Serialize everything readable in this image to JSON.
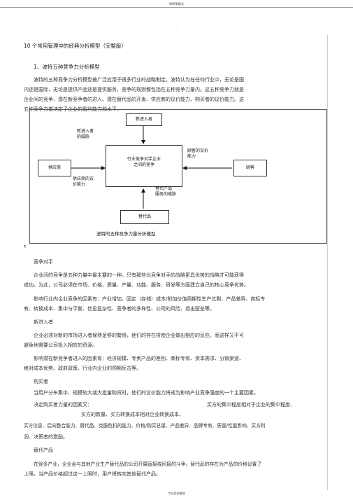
{
  "header": "WORD格式",
  "footer": "专业资料整理",
  "title": "10 个常用管理中的经典分析模型（完整版）",
  "section1_heading": "1、波特五种竞争力分析模型",
  "intro": [
    "波特的五种竞争力分析模型被广泛应用于很多行业的战略制定。波特认为在任何行业中，无论是国",
    "内还是国际，无论是提供产品还是提供服务，竞争的规则都包括在五种竞争力量内。这五种竞争力就是",
    "企业间的竞争、潜在新竞争者的进入、潜在替代品的开发、供应商的议价能力、购买者的议价能力。这",
    "五种竞争力量决定了企业的盈利能力和水平。"
  ],
  "diagram": {
    "new_entrants": "新进入者",
    "new_entrants_threat": [
      "新进入者",
      "的威胁"
    ],
    "center": [
      "行业竞争对手企业",
      "之间的竞争"
    ],
    "suppliers": "供应商",
    "supplier_power": [
      "供应商的议",
      "价能力"
    ],
    "buyers": "顾客",
    "buyer_power": [
      "顾客的议价",
      "能力"
    ],
    "substitutes_threat": [
      "替代产品",
      "服务的威胁"
    ],
    "substitutes": "替代品",
    "caption": "波特的五种竞争力量分析模型"
  },
  "s_competitors": {
    "heading": "竞争对手",
    "lines": [
      "企业间的竞争是五种力量中最主要的一种。只有那些比竞争对手的战略更具优势的战略才可能获得",
      "成功。为此，公司必须在市场、价格、质量、产量、功能、服务、研发等方面建立自己的核心竞争优势。",
      "影响行业内企业竞争的因素有：产业增加、固定（存储）成本/附加价值周期性生产过剩、产品差异、商标专",
      "有、转换成本、集中与平衡、信息复杂性、竞争者的多样性、公司的风险、退出壁垒等。"
    ]
  },
  "s_new_entrants": {
    "heading": "新进入者",
    "lines": [
      "企业必须对新的市场进入者保持足够的警惕，他们的存在将使企业做出相应的反应，而这样又不可",
      "避免地需要公司投入相应的资源。",
      "影响潜在新竞争者进入的因素有：经济规模、专卖产品的差别、商标专有、资本需求、分销渠道、",
      "绝对成本优势、政府政策、行业内企业的预期反击等。"
    ]
  },
  "s_buyers": {
    "heading": "购买者",
    "lines": [
      "当用户分布集中、规模较大或大批量购货时，他们的议价能力将成为影响产业竞争强度的一个主要因素。",
      "决定购买者力量的因素又：",
      "买方的集中程度相对于企业的集中程度、",
      "买方的数量、买方转换成本相对企业转换成本、",
      "买方信息、后向整合能力、替代品、克服危机的能力、价格/购买总量、产品差异、品牌专有、质量/性能影响、买方利",
      "润、决策者的激励。"
    ]
  },
  "s_substitutes": {
    "heading": "替代产品",
    "lines": [
      "在很多产业，企业会与其他产业生产替代品的公司开展直接或间接的斗争。替代品的存在为产品的价格设置了",
      "上限，当产品价格超过这一上限时，用户将转向其他替代产品。"
    ]
  }
}
